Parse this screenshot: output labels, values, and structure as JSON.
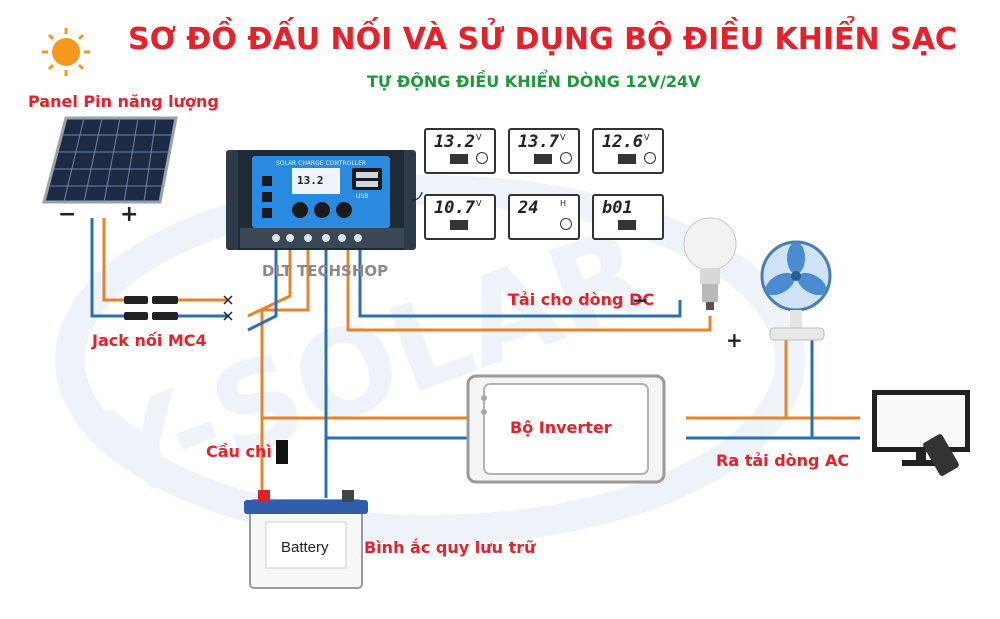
{
  "title": "SƠ ĐỒ ĐẤU NỐI VÀ SỬ DỤNG BỘ ĐIỀU KHIỂN SẠC",
  "subtitle": "TỰ ĐỘNG ĐIỀU KHIỂN DÒNG 12V/24V",
  "panel_label": "Panel Pin năng lượng",
  "brand": "DLT TECHSHOP",
  "controller_header": "SOLAR CHARGE CONTROLLER",
  "controller_display": "13.2",
  "usb_label": "USB",
  "dc_load_label": "Tải cho dòng DC",
  "mc4_label": "Jack nối MC4",
  "inverter_label": "Bộ Inverter",
  "fuse_label": "Cầu chì",
  "ac_load_label": "Ra tải dòng AC",
  "battery_label": "Bình ắc quy lưu trữ",
  "battery_text": "Battery",
  "watermark": "Y-SOLAR",
  "signs": {
    "minus": "−",
    "plus": "+"
  },
  "lcd_panels": [
    {
      "value": "13.2",
      "unit": "V"
    },
    {
      "value": "13.7",
      "unit": "V"
    },
    {
      "value": "12.6",
      "unit": "V"
    },
    {
      "value": "10.7",
      "unit": "V"
    },
    {
      "value": "24",
      "unit": "H"
    },
    {
      "value": "b01",
      "unit": ""
    }
  ],
  "colors": {
    "title": "#e8202a",
    "subtitle": "#1a9a3a",
    "wire_positive": "#e8832a",
    "wire_negative": "#2a6fb5",
    "controller": "#1e2a36",
    "controller_screen": "#2a8ae0"
  }
}
